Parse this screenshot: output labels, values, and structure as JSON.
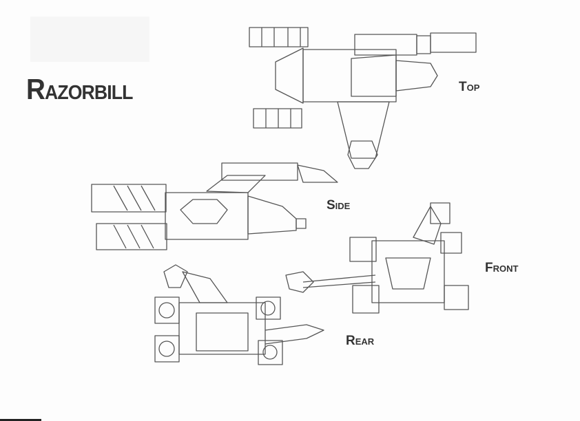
{
  "title": "Razorbill",
  "views": {
    "top": "Top",
    "side": "Side",
    "front": "Front",
    "rear": "Rear"
  }
}
